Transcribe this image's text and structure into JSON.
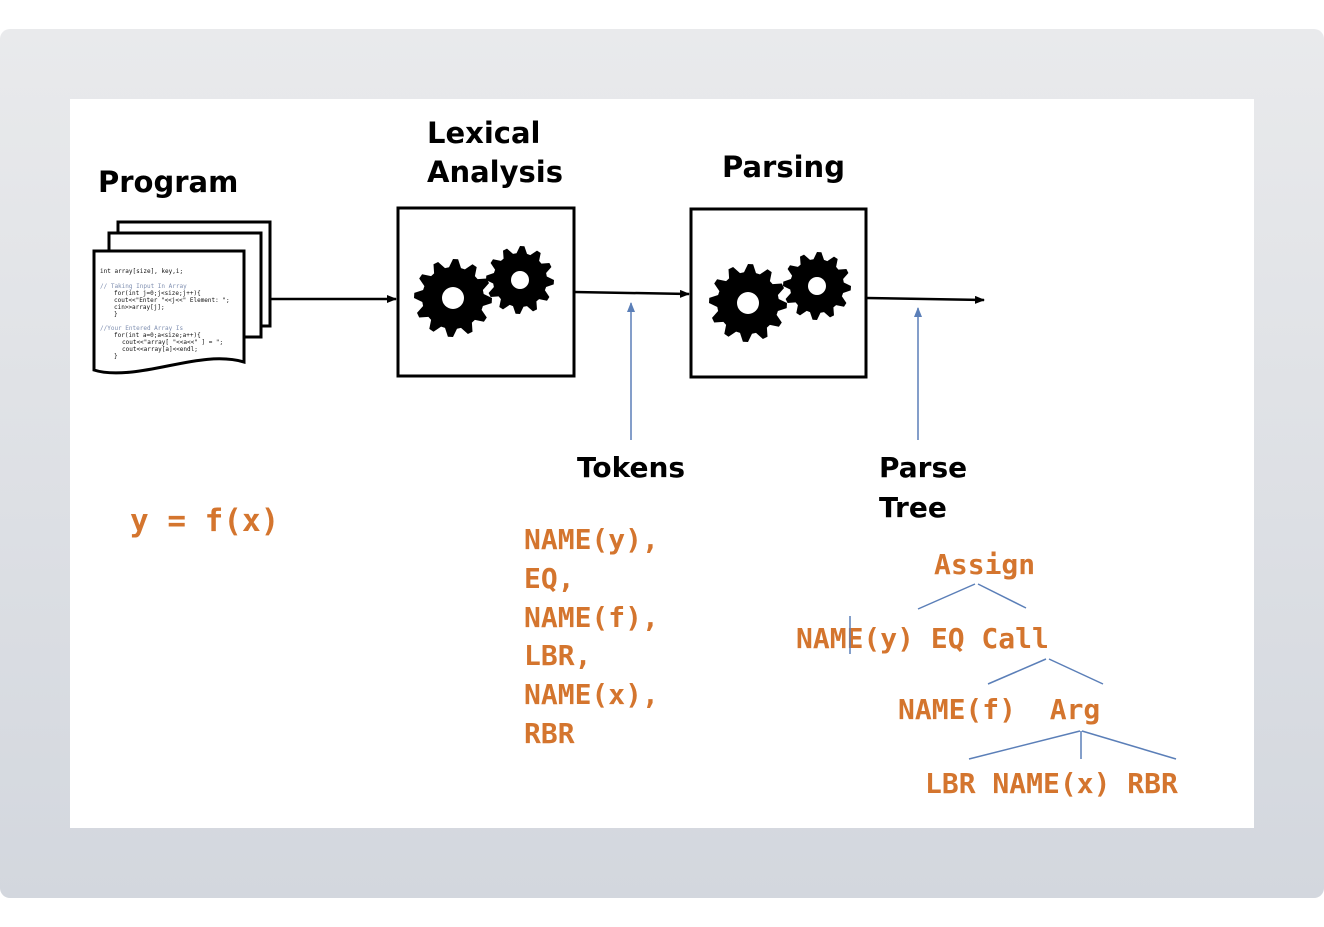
{
  "labels": {
    "program": "Program",
    "lexical_1": "Lexical",
    "lexical_2": "Analysis",
    "parsing": "Parsing",
    "tokens": "Tokens",
    "parse_1": "Parse",
    "parse_2": "Tree"
  },
  "expression": "y = f(x)",
  "tokens": [
    "NAME(y),",
    "EQ,",
    "NAME(f),",
    "LBR,",
    "NAME(x),",
    "RBR"
  ],
  "tree": {
    "root": "Assign",
    "level1": "NAME(y) EQ Call",
    "level2": "NAME(f)  Arg",
    "level3": "LBR NAME(x) RBR"
  },
  "program_code": [
    "int array[size], key,i;",
    "// Taking Input In Array",
    "for(int j=0;j<size;j++){",
    "cout<<\"Enter \"<<j<<\" Element: \";",
    "cin>>array[j];",
    "}",
    "//Your Entered Array Is",
    "for(int a=0;a<size;a++){",
    "cout<<\"array[ \"<<a<<\" ]  =  \";",
    "cout<<array[a]<<endl;",
    "}"
  ],
  "colors": {
    "code_orange": "#d4752e",
    "tree_line": "#5b7fb8",
    "frame_top": "#e9eaec",
    "frame_bottom": "#d3d7de"
  },
  "icons": [
    "document-stack-icon",
    "gears-icon",
    "gears-icon",
    "arrow-icon"
  ]
}
